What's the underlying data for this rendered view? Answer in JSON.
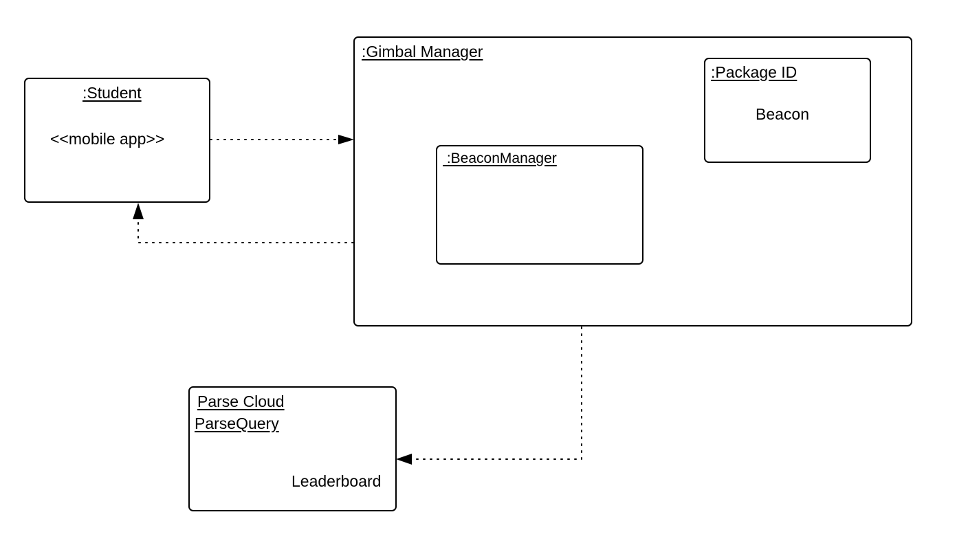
{
  "nodes": {
    "student": {
      "title": ":Student",
      "stereotype": "<<mobile app>>"
    },
    "gimbal_manager": {
      "title": ":Gimbal Manager"
    },
    "beacon_manager": {
      "title": " :BeaconManager"
    },
    "package_id": {
      "title": ":Package ID",
      "content": "Beacon"
    },
    "parse_cloud": {
      "title_line1": "Parse Cloud",
      "title_line2": "ParseQuery",
      "content": "Leaderboard"
    }
  },
  "style": {
    "stroke_color": "#000000",
    "background": "#ffffff"
  }
}
